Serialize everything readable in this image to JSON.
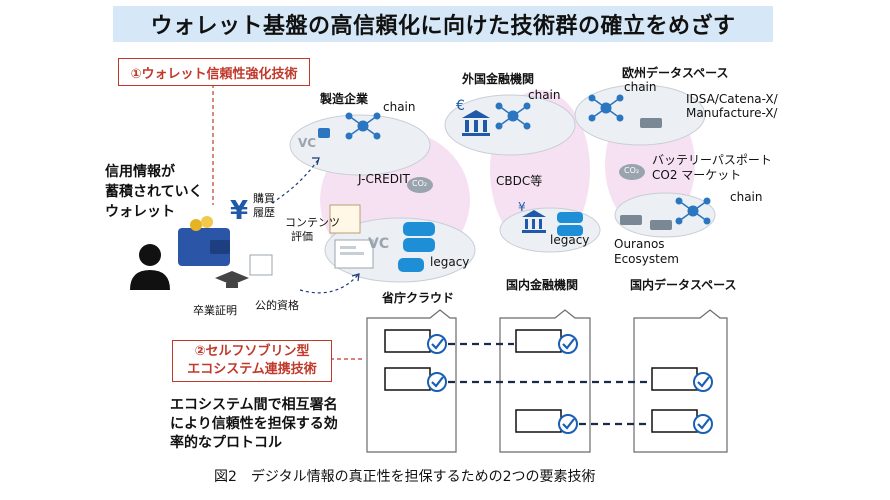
{
  "title": "ウォレット基盤の高信頼化に向けた技術群の確立をめざす",
  "callout1": "①ウォレット信頼性強化技術",
  "callout2": {
    "line1": "②セルフソブリン型",
    "line2": "エコシステム連携技術"
  },
  "wallet_label": {
    "line1": "信用情報が",
    "line2": "蓄積されていく",
    "line3": "ウォレット"
  },
  "protocol_text": {
    "line1": "エコシステム間で相互署名",
    "line2": "により信頼性を担保する効",
    "line3": "率的なプロトコル"
  },
  "wallet_items": {
    "purchase_1": "購買",
    "purchase_2": "履歴",
    "content_1": "コンテンツ",
    "content_2": "評価",
    "graduation": "卒業証明",
    "qualification": "公的資格"
  },
  "nodes": {
    "manufacturing": "製造企業",
    "foreign_finance": "外国金融機関",
    "eu_data_space": "欧州データスペース",
    "gov_cloud": "省庁クラウド",
    "domestic_finance": "国内金融機関",
    "domestic_data_space": "国内データスペース"
  },
  "chain_label": "chain",
  "legacy_label": "legacy",
  "vc_label": "VC",
  "co2_label": "CO₂",
  "currency_yen": "¥",
  "currency_euro": "€",
  "jcredit": "J-CREDIT",
  "cbdc": "CBDC等",
  "idsa": {
    "line1": "IDSA/Catena-X/",
    "line2": "Manufacture-X/"
  },
  "battery": {
    "line1": "バッテリーパスポート",
    "line2": "CO2 マーケット"
  },
  "ouranos": {
    "line1": "Ouranos",
    "line2": "Ecosystem"
  },
  "caption": "図2　デジタル情報の真正性を担保するための2つの要素技術",
  "colors": {
    "title_bg": "#d6e8f7",
    "accent_red": "#c0392b",
    "chain_blue": "#1f6fb2",
    "pink_area": "#f3d9ef",
    "check_blue": "#1a5fb4"
  }
}
